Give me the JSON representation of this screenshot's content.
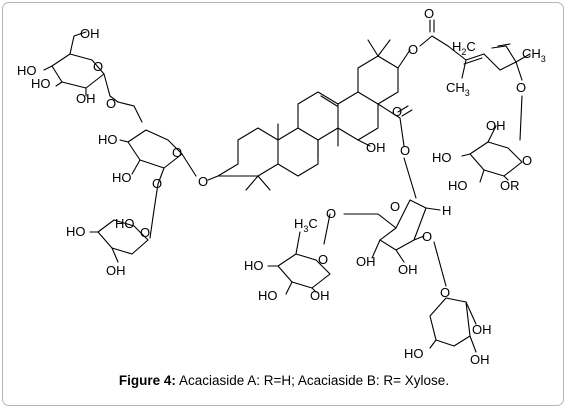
{
  "figure": {
    "caption_label": "Figure 4:",
    "caption_text": "Acaciaside A: R=H; Acaciaside B: R= Xylose."
  },
  "atom_labels": {
    "oh": "OH",
    "ho": "HO",
    "o": "O",
    "or": "OR",
    "h": "H",
    "ch3": "CH",
    "h3c_h": "H",
    "h3c_c": "C",
    "h2c_h": "H",
    "h2c_c": "C",
    "sub3": "3",
    "sub2": "2"
  }
}
